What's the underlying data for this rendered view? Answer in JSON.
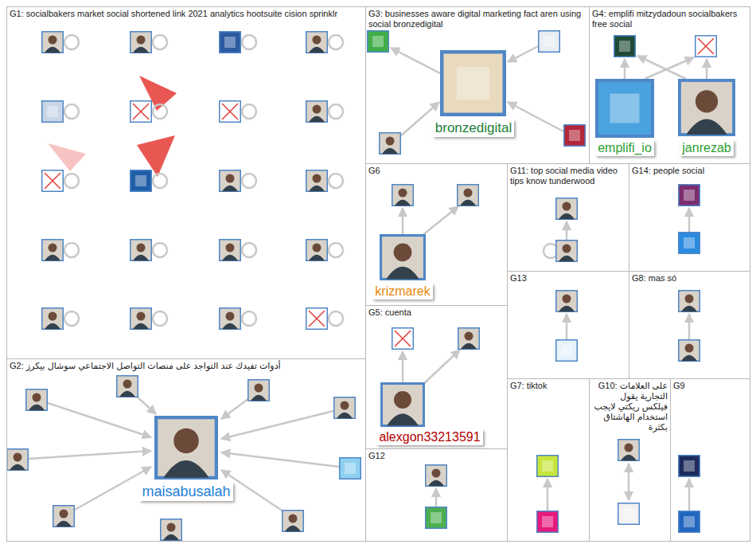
{
  "diagram": {
    "nodes": [
      {
        "text": [
          "G1: socialbakers market social shortened link 2021 analytics hootsuite cision sprinklr"
        ]
      },
      {
        "text": [
          "G3: businesses aware digital marketing fact aren using social bronzedigital"
        ]
      },
      {
        "text": [
          "bronzedigital"
        ],
        "in": 1
      },
      {
        "text": [
          "G4: emplifi mitzydadoun socialbakers free social"
        ]
      },
      {
        "text": [
          "emplifi_io"
        ],
        "in": 3
      },
      {
        "text": [
          "janrezab"
        ],
        "in": 3
      },
      {
        "text": [
          "G6"
        ]
      },
      {
        "text": [
          "krizmarek"
        ],
        "in": 6
      },
      {
        "text": [
          "G11: top social media video tips know tunderwood"
        ]
      },
      {
        "text": [
          "G14: people social"
        ]
      },
      {
        "text": [
          "G13"
        ]
      },
      {
        "text": [
          "G8: mas só"
        ]
      },
      {
        "text": [
          "G5: cuenta"
        ]
      },
      {
        "text": [
          "alexgon33213591"
        ],
        "in": 12
      },
      {
        "text": [
          "G2: أدوات تفيدك عند التواجد على منصات التواصل الاجتماعي سوشال بيكرز"
        ]
      },
      {
        "text": [
          "maisabusalah"
        ],
        "in": 14
      },
      {
        "text": [
          "G12"
        ]
      },
      {
        "text": [
          "G7: tiktok"
        ]
      },
      {
        "text": [
          "G10: على العلامات التجارية يقول فيلكس ريكتي لايجب استخدام الهاشتاق بكثرة"
        ]
      },
      {
        "text": [
          "G9"
        ]
      }
    ]
  }
}
